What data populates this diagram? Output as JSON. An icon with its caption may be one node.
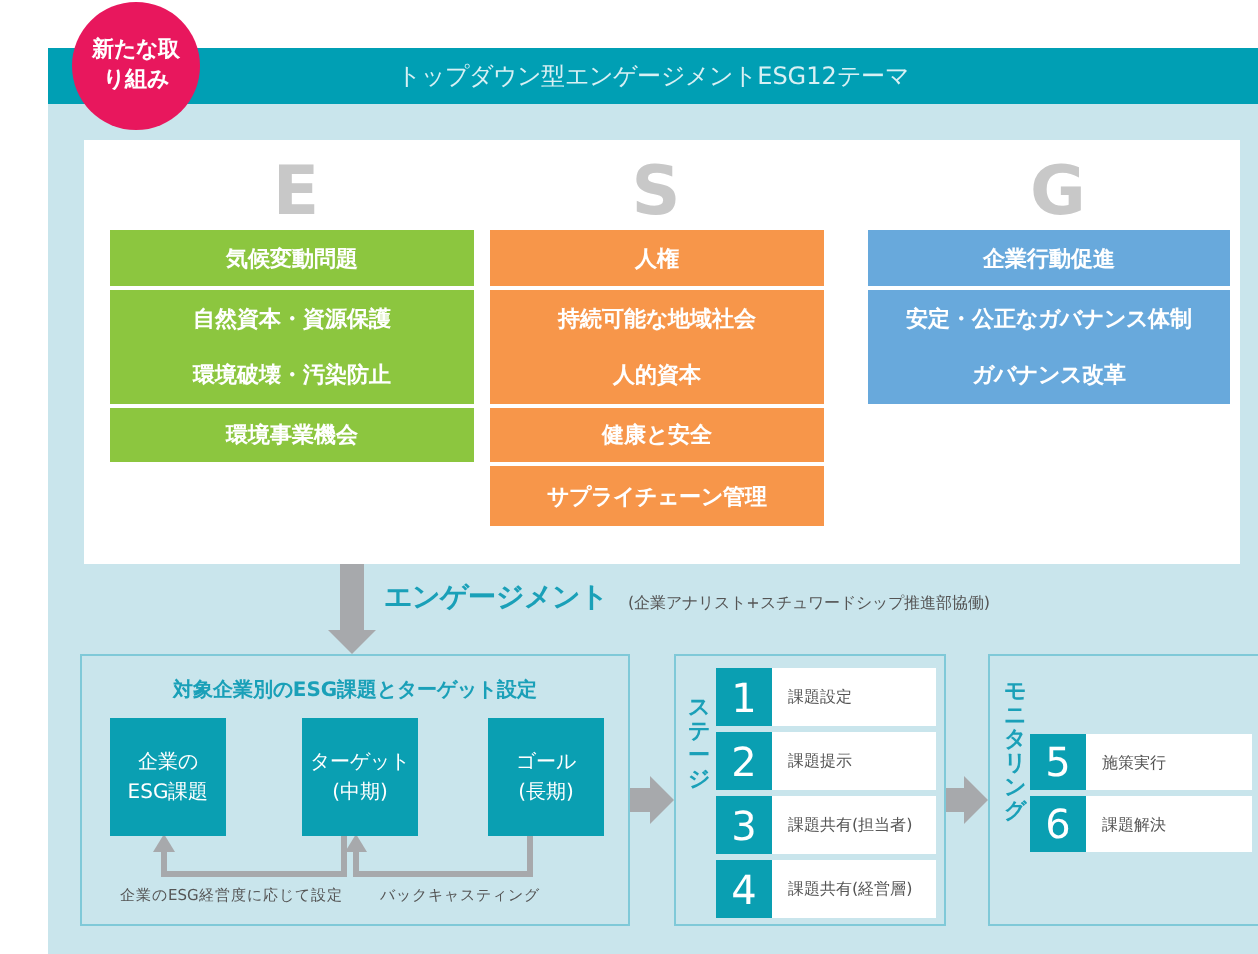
{
  "diagram": {
    "title": "トップダウン型エンゲージメントESG12テーマ",
    "nodes": [
      {
        "text": [
          "新たな取り組み"
        ]
      },
      {
        "text": [],
        "shape": "box"
      },
      {
        "text": [
          "気候変動問題"
        ],
        "in": 1
      },
      {
        "text": [
          "自然資本・資源保護",
          "環境破壊・汚染防止"
        ],
        "in": 1
      },
      {
        "text": [
          "環境事業機会"
        ],
        "in": 1
      },
      {
        "text": [
          "人権"
        ],
        "in": 1
      },
      {
        "text": [
          "持続可能な地域社会",
          "人的資本"
        ],
        "in": 1
      },
      {
        "text": [
          "健康と安全"
        ],
        "in": 1
      },
      {
        "text": [
          "サプライチェーン管理"
        ],
        "in": 1
      },
      {
        "text": [
          "企業行動促進"
        ],
        "in": 1
      },
      {
        "text": [
          "安定・公正なガバナンス体制",
          "ガバナンス改革"
        ],
        "in": 1
      },
      {
        "text": [
          "対象企業別のESG課題とターゲット設定"
        ]
      },
      {
        "text": [
          "企業の",
          "ESG課題"
        ],
        "in": 11
      },
      {
        "text": [
          "ターゲット",
          "(中期)"
        ],
        "in": 11
      },
      {
        "text": [
          "ゴール",
          "(長期)"
        ],
        "in": 11
      },
      {
        "text": [
          "ステージ"
        ]
      },
      {
        "text": [
          "1",
          "課題設定"
        ],
        "in": 15
      },
      {
        "text": [
          "2",
          "課題提示"
        ],
        "in": 15
      },
      {
        "text": [
          "3",
          "課題共有(担当者)"
        ],
        "in": 15
      },
      {
        "text": [
          "4",
          "課題共有(経営層)"
        ],
        "in": 15
      },
      {
        "text": [
          "モニタリング"
        ]
      },
      {
        "text": [
          "5",
          "施策実行"
        ],
        "in": 20
      },
      {
        "text": [
          "6",
          "課題解決"
        ],
        "in": 20
      }
    ],
    "edges": [
      {
        "from": 1,
        "to": 11,
        "arrow": "to"
      },
      {
        "from": 13,
        "to": 12,
        "arrow": "to",
        "label": "企業のESG経営度に応じて設定"
      },
      {
        "from": 14,
        "to": 13,
        "arrow": "to",
        "label": "バックキャスティング"
      },
      {
        "from": 11,
        "to": 15,
        "arrow": "to"
      },
      {
        "from": 15,
        "to": 20,
        "arrow": "to"
      }
    ],
    "labels": [
      "E",
      "S",
      "G",
      "エンゲージメント",
      "(企業アナリスト+スチュワードシップ推進部協働)"
    ]
  }
}
